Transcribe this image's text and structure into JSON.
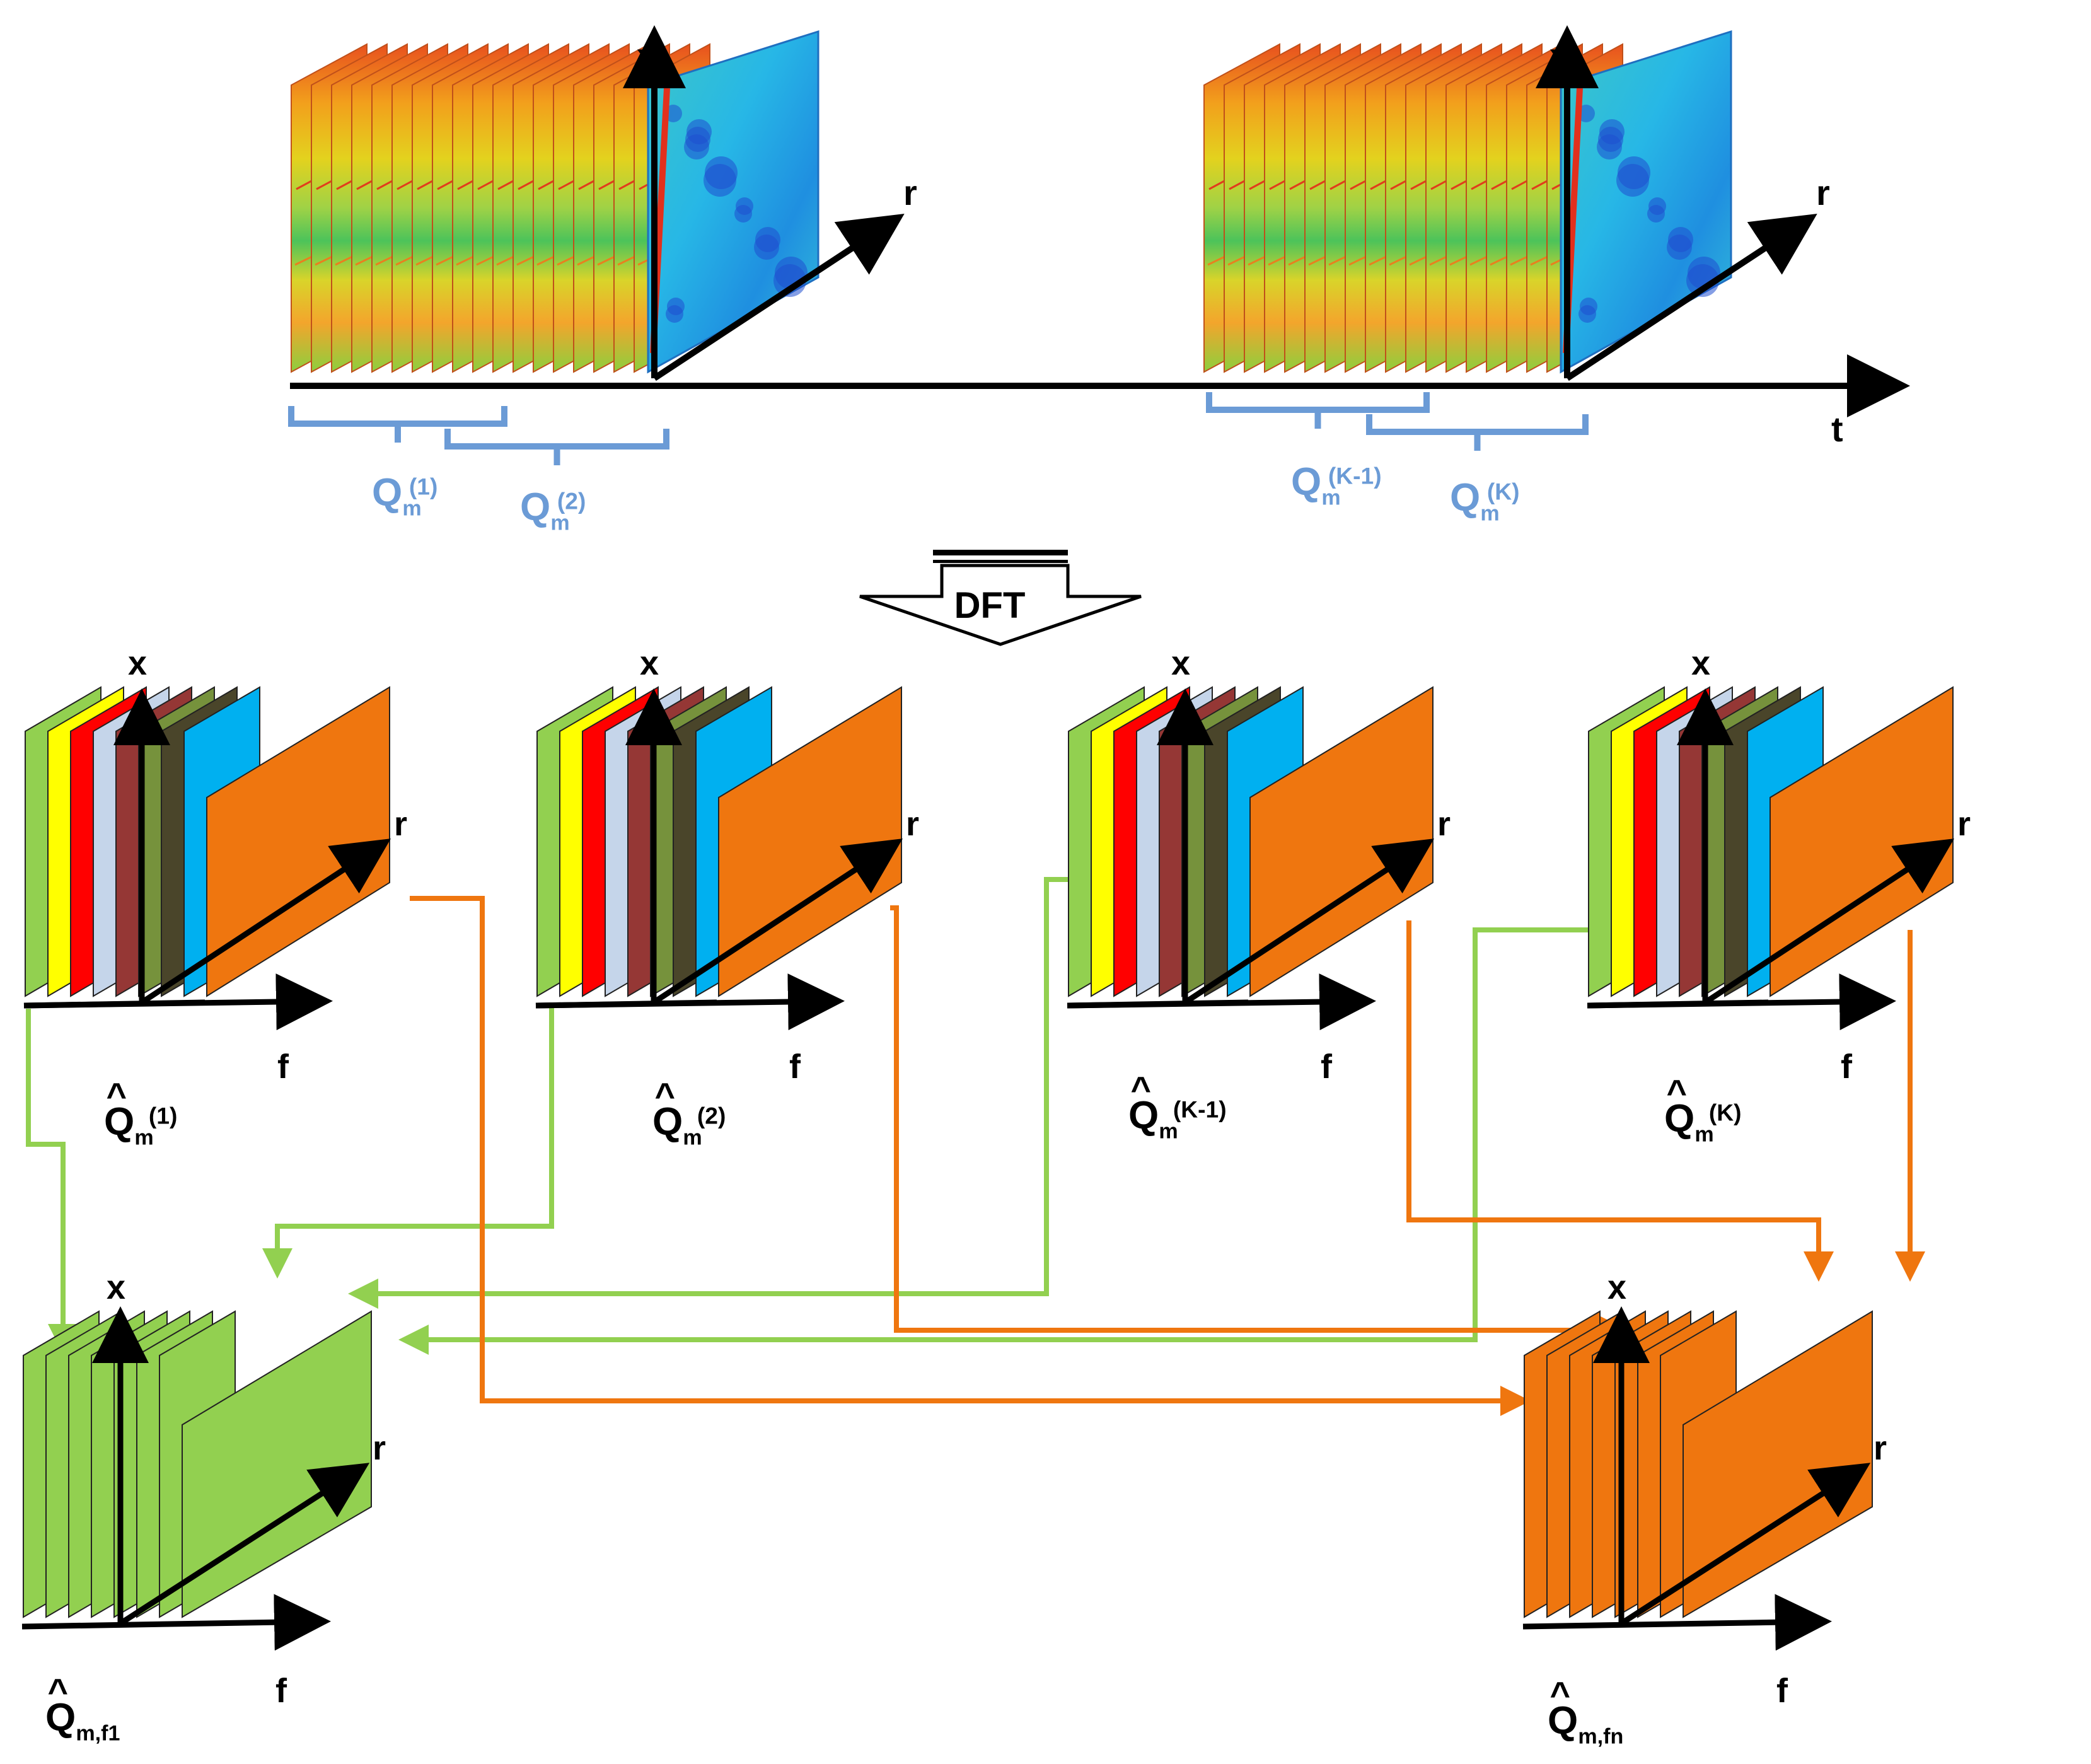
{
  "axes": {
    "x": "x",
    "r": "r",
    "f": "f",
    "t": "t"
  },
  "top_labels": [
    {
      "base": "Q",
      "sub": "m",
      "sup": "(1)"
    },
    {
      "base": "Q",
      "sub": "m",
      "sup": "(2)"
    },
    {
      "base": "Q",
      "sub": "m",
      "sup": "(K-1)"
    },
    {
      "base": "Q",
      "sub": "m",
      "sup": "(K)"
    }
  ],
  "dft": {
    "label": "DFT"
  },
  "hat": "^",
  "block_labels": [
    {
      "base": "Q",
      "sub": "m",
      "sup": "(1)"
    },
    {
      "base": "Q",
      "sub": "m",
      "sup": "(2)"
    },
    {
      "base": "Q",
      "sub": "m",
      "sup": "(K-1)"
    },
    {
      "base": "Q",
      "sub": "m",
      "sup": "(K)"
    }
  ],
  "result_labels": [
    {
      "base": "Q",
      "sub": "m,f1"
    },
    {
      "base": "Q",
      "sub": "m,fn"
    }
  ],
  "colors": {
    "brace": "#6b9bd6",
    "green": "#92d050",
    "orange": "#ef760f",
    "slices": [
      "#92d050",
      "#ffff00",
      "#ff0000",
      "#c5d5ea",
      "#953735",
      "#76923c",
      "#4a452a",
      "#00b0f0",
      "#ef760f"
    ]
  }
}
